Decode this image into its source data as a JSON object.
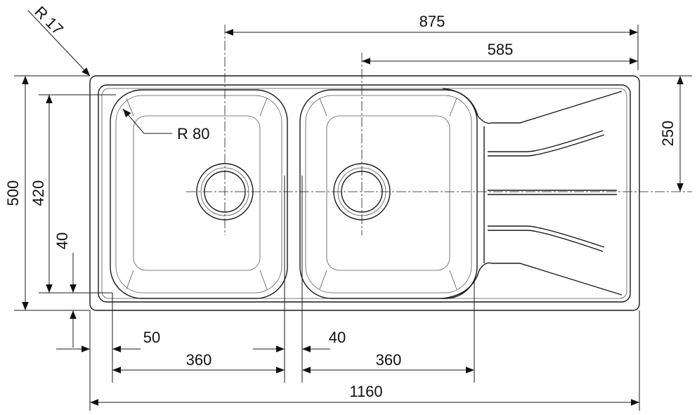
{
  "drawing": {
    "corner_radius": "R 17",
    "bowl_radius": "R 80",
    "dims": {
      "drain_left_offset": "875",
      "drain_right_offset": "585",
      "drain_height": "250",
      "total_depth": "500",
      "bowl_depth": "420",
      "bottom_margin": "40",
      "left_margin": "50",
      "bowl_left_width": "360",
      "bowl_gap": "40",
      "bowl_right_width": "360",
      "total_width": "1160"
    }
  }
}
